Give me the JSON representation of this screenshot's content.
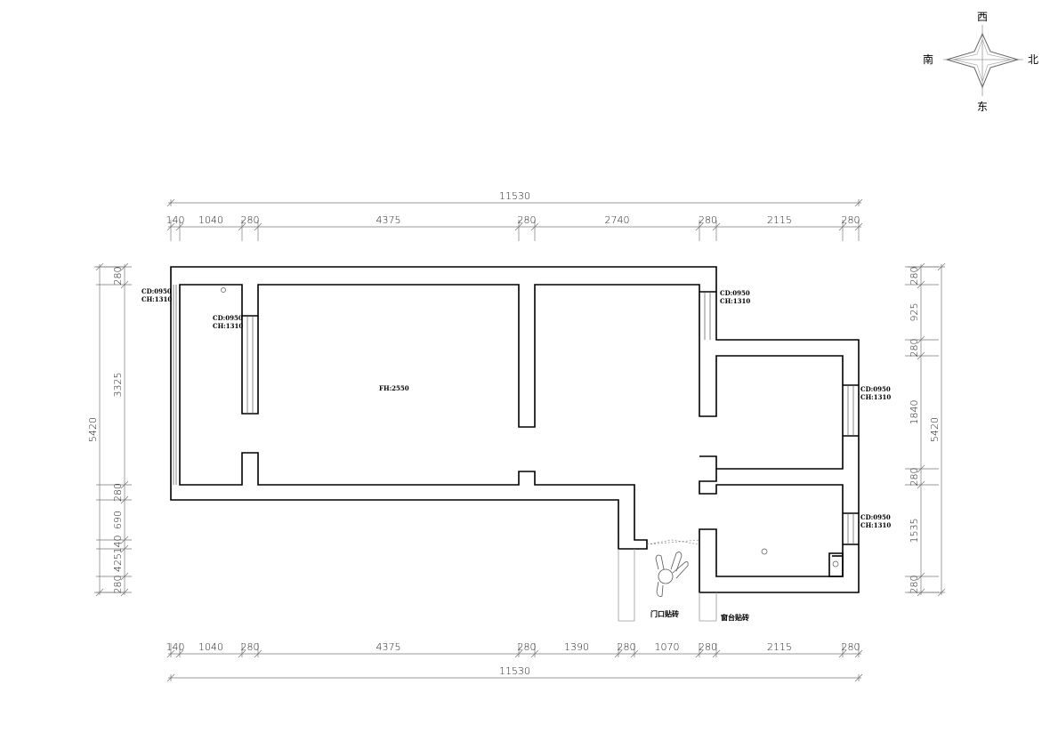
{
  "compass": {
    "west": "西",
    "south": "南",
    "north": "北",
    "east": "东"
  },
  "dimensions": {
    "top_total": "11530",
    "top": [
      "140",
      "1040",
      "280",
      "4375",
      "280",
      "2740",
      "280",
      "2115",
      "280"
    ],
    "bottom": [
      "140",
      "1040",
      "280",
      "4375",
      "280",
      "1390",
      "280",
      "1070",
      "280",
      "2115",
      "280"
    ],
    "bottom_total": "11530",
    "left_total": "5420",
    "left": [
      "280",
      "3325",
      "280",
      "690",
      "140",
      "425",
      "280"
    ],
    "right_total": "5420",
    "right": [
      "280",
      "925",
      "280",
      "1840",
      "280",
      "1535",
      "280"
    ]
  },
  "windows": [
    {
      "cd": "CD:0950",
      "ch": "CH:1310"
    },
    {
      "cd": "CD:0950",
      "ch": "CH:1310"
    },
    {
      "cd": "CD:0950",
      "ch": "CH:1310"
    },
    {
      "cd": "CD:0950",
      "ch": "CH:1310"
    },
    {
      "cd": "CD:0950",
      "ch": "CH:1310"
    }
  ],
  "floor_height": "FH:2550",
  "labels": {
    "door_tile": "门口贴砖",
    "sill_tile": "窗台贴砖"
  }
}
